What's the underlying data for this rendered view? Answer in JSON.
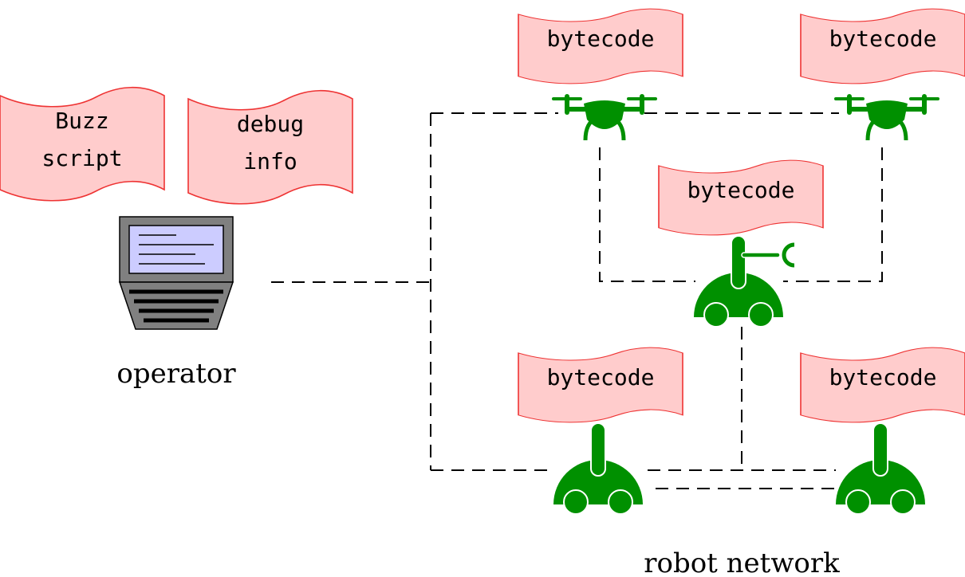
{
  "colors": {
    "document_fill": "#ffcccc",
    "document_stroke": "#ee3333",
    "robot": "#009000",
    "laptop_body": "#808080",
    "laptop_screen": "#ccccff",
    "wire": "#000000"
  },
  "operator": {
    "label": "operator",
    "documents": [
      {
        "lines": [
          "Buzz",
          "script"
        ]
      },
      {
        "lines": [
          "debug",
          "info"
        ]
      }
    ],
    "icon": "laptop-icon"
  },
  "network": {
    "label": "robot network",
    "robots": [
      {
        "id": "drone-1",
        "type": "drone",
        "icon": "drone-icon",
        "document": "bytecode"
      },
      {
        "id": "drone-2",
        "type": "drone",
        "icon": "drone-icon",
        "document": "bytecode"
      },
      {
        "id": "arm-robot",
        "type": "ground robot with gripper arm",
        "icon": "arm-robot-icon",
        "document": "bytecode"
      },
      {
        "id": "ground-robot-1",
        "type": "ground robot",
        "icon": "ground-robot-icon",
        "document": "bytecode"
      },
      {
        "id": "ground-robot-2",
        "type": "ground robot",
        "icon": "ground-robot-icon",
        "document": "bytecode"
      }
    ]
  }
}
